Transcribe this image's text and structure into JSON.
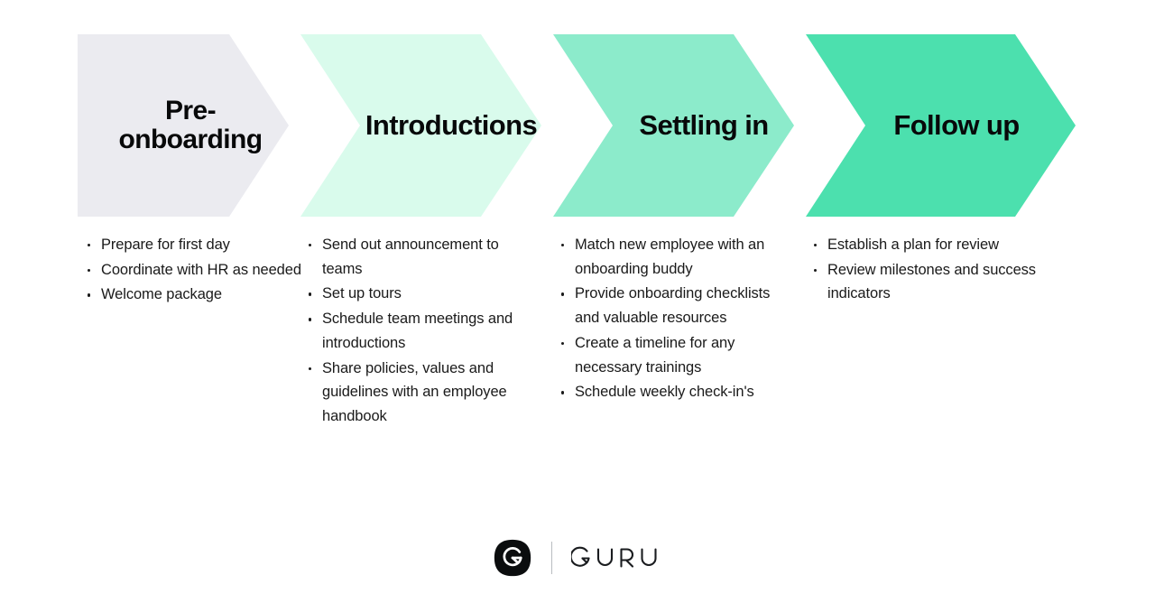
{
  "page": {
    "background": "#ffffff",
    "kind": "onboarding-process-infographic"
  },
  "stages": [
    {
      "id": "pre-onboarding",
      "title": "Pre-\nonboarding",
      "color": "#EBEBF0",
      "text_color": "#08090a",
      "bullets": [
        "Prepare for first day",
        "Coordinate with HR as needed",
        "Welcome package"
      ]
    },
    {
      "id": "introductions",
      "title": "Introductions",
      "color": "#D9FBEC",
      "text_color": "#08090a",
      "bullets": [
        "Send out announcement to teams",
        "Set up tours",
        "Schedule team meetings and introductions",
        "Share policies, values and guidelines with an employee handbook"
      ]
    },
    {
      "id": "settling-in",
      "title": "Settling in",
      "color": "#8CEBCB",
      "text_color": "#08090a",
      "bullets": [
        "Match new employee with an onboarding buddy",
        "Provide onboarding checklists and valuable resources",
        "Create a timeline for any necessary trainings",
        "Schedule weekly check-in's"
      ]
    },
    {
      "id": "follow-up",
      "title": "Follow up",
      "color": "#4CE0AE",
      "text_color": "#08090a",
      "bullets": [
        "Establish a plan for review",
        "Review milestones and success indicators"
      ]
    }
  ],
  "footer": {
    "logo_mark_name": "guru-logo-mark",
    "logo_mark_color": "#0B0D0E",
    "wordmark": "GURU",
    "divider_color": "#b9bcc0"
  }
}
